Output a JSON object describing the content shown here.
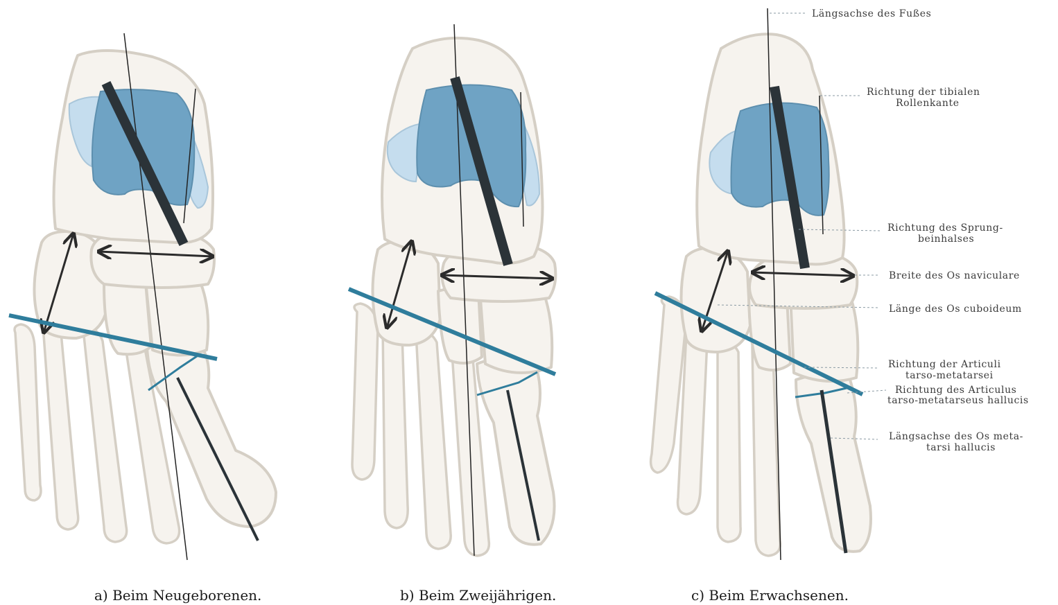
{
  "panels": [
    {
      "id": "a",
      "caption": "a) Beim Neugeborenen."
    },
    {
      "id": "b",
      "caption": "b) Beim Zweijährigen."
    },
    {
      "id": "c",
      "caption": "c) Beim Erwachsenen."
    }
  ],
  "labels": {
    "laengsachse_fuss": "Längsachse des Fußes",
    "tibiale_rollenkante_1": "Richtung der tibialen",
    "tibiale_rollenkante_2": "Rollenkante",
    "sprungbeinhals_1": "Richtung des Sprung-",
    "sprungbeinhals_2": "beinhalses",
    "naviculare": "Breite des Os naviculare",
    "cuboideum": "Länge des Os cuboideum",
    "tarsometatarsei_1": "Richtung der Articuli",
    "tarsometatarsei_2": "tarso-metatarsei",
    "hallucis_articulus_1": "Richtung des Articulus",
    "hallucis_articulus_2": "tarso-metatarseus hallucis",
    "metatarsi_1": "Längsachse des Os meta-",
    "metatarsi_2": "tarsi hallucis"
  },
  "colors": {
    "bone_fill": "#f6f3ee",
    "bone_outline": "#d5cfc5",
    "talus_blue": "#6fa3c4",
    "talus_light_blue": "#c5ddee",
    "teal_line": "#2f7d9c",
    "dark_bar": "#2b3338"
  }
}
